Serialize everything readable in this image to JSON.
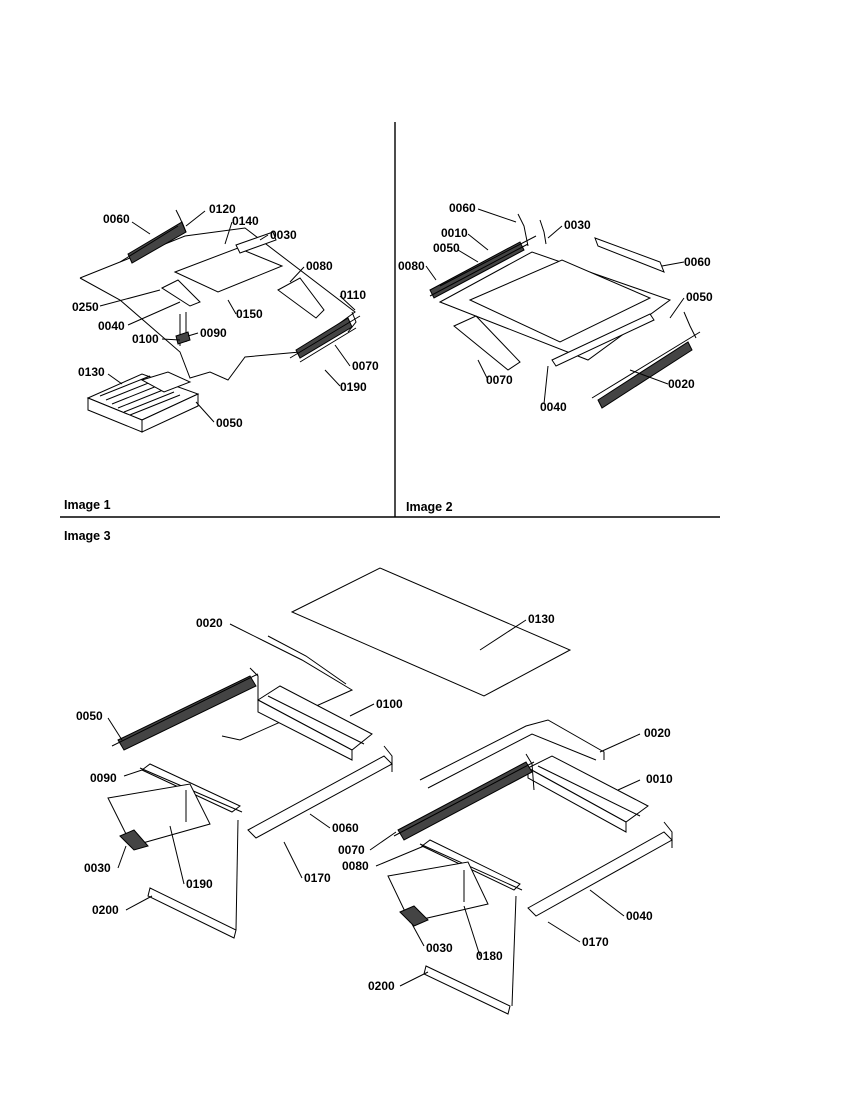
{
  "panels": {
    "image1": {
      "caption": "Image 1",
      "labels": [
        "0060",
        "0120",
        "0140",
        "0030",
        "0080",
        "0250",
        "0150",
        "0110",
        "0040",
        "0090",
        "0100",
        "0070",
        "0190",
        "0130",
        "0050"
      ]
    },
    "image2": {
      "caption": "Image 2",
      "labels": [
        "0060",
        "0030",
        "0010",
        "0050",
        "0080",
        "0060",
        "0050",
        "0070",
        "0020",
        "0040"
      ]
    },
    "image3": {
      "caption": "Image 3",
      "labels": [
        "0020",
        "0130",
        "0100",
        "0050",
        "0020",
        "0010",
        "0090",
        "0060",
        "0070",
        "0080",
        "0030",
        "0190",
        "0170",
        "0040",
        "0200",
        "0030",
        "0180",
        "0170",
        "0200"
      ]
    }
  }
}
